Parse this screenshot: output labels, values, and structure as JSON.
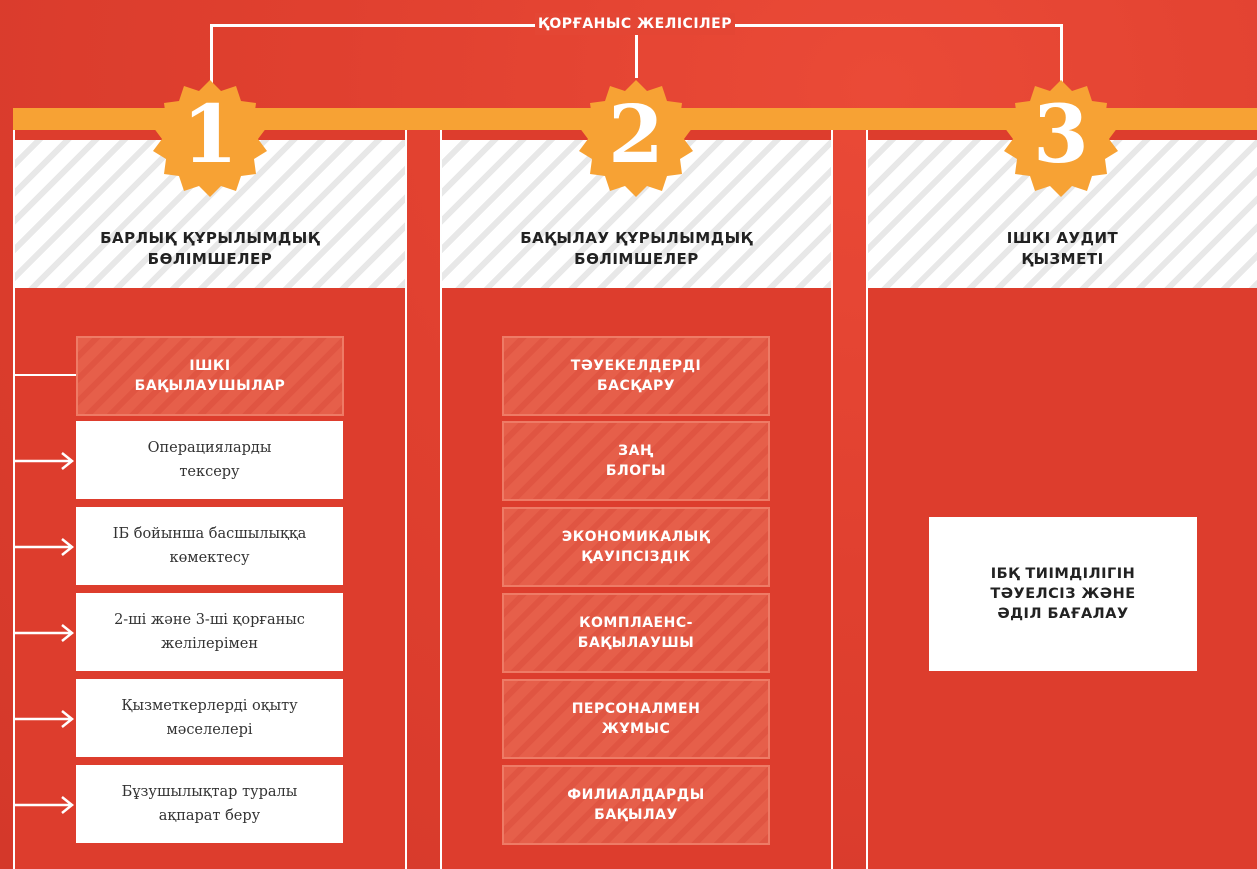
{
  "header": {
    "title": "ҚОРҒАНЫС ЖЕЛІСІЛЕР"
  },
  "colors": {
    "background": "#e0402f",
    "bar": "#f7a234",
    "badge": "#f7a234"
  },
  "columns": [
    {
      "number": "1",
      "title_line1": "БАРЛЫҚ ҚҰРЫЛЫМДЫҚ",
      "title_line2": "БӨЛІМШЕЛЕР"
    },
    {
      "number": "2",
      "title_line1": "БАҚЫЛАУ ҚҰРЫЛЫМДЫҚ",
      "title_line2": "БӨЛІМШЕЛЕР"
    },
    {
      "number": "3",
      "title_line1": "ІШКІ АУДИТ",
      "title_line2": "ҚЫЗМЕТІ"
    }
  ],
  "col1": {
    "header_box": {
      "line1": "ІШКІ",
      "line2": "БАҚЫЛАУШЫЛАР"
    },
    "items": [
      {
        "line1": "Операцияларды",
        "line2": "тексеру"
      },
      {
        "line1": "ІБ бойынша басшылыққа",
        "line2": "көмектесу"
      },
      {
        "line1": "2-ші және 3-ші қорғаныс",
        "line2": "желілерімен"
      },
      {
        "line1": "Қызметкерлерді оқыту",
        "line2": "мәселелері"
      },
      {
        "line1": "Бұзушылықтар туралы",
        "line2": "ақпарат беру"
      }
    ]
  },
  "col2": {
    "items": [
      {
        "line1": "ТӘУЕКЕЛДЕРДІ",
        "line2": "БАСҚАРУ"
      },
      {
        "line1": "ЗАҢ",
        "line2": "БЛОГЫ"
      },
      {
        "line1": "ЭКОНОМИКАЛЫҚ",
        "line2": "ҚАУІПСІЗДІК"
      },
      {
        "line1": "КОМПЛАЕНС-",
        "line2": "БАҚЫЛАУШЫ"
      },
      {
        "line1": "ПЕРСОНАЛМЕН",
        "line2": "ЖҰМЫС"
      },
      {
        "line1": "ФИЛИАЛДАРДЫ",
        "line2": "БАҚЫЛАУ"
      }
    ]
  },
  "col3": {
    "box": {
      "line1": "ІБҚ ТИІМДІЛІГІН",
      "line2": "ТӘУЕЛСІЗ ЖӘНЕ",
      "line3": "ӘДІЛ БАҒАЛАУ"
    }
  }
}
